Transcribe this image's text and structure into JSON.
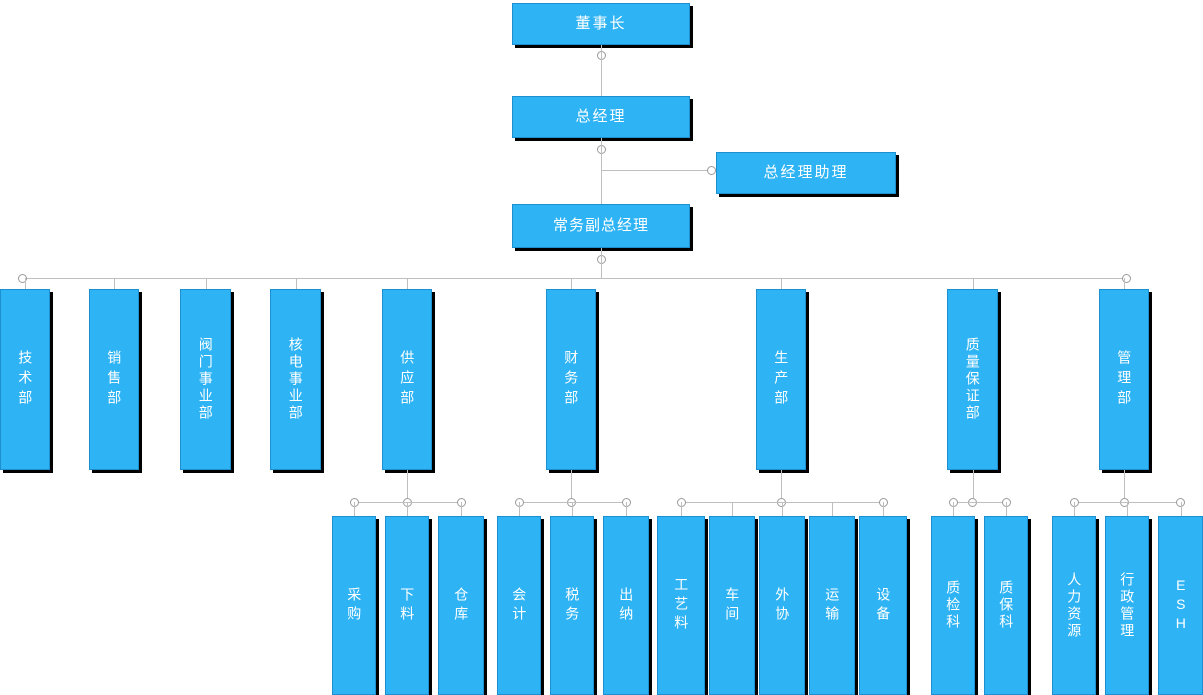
{
  "chart_title": "",
  "colors": {
    "node_fill": "#2eb3f4",
    "node_border": "#1b8fd0",
    "node_shadow": "#000000",
    "node_text": "#ffffff",
    "connector": "#bfbfbf",
    "dot_fill": "#ffffff",
    "dot_border": "#9a9a9a",
    "background": "#ffffff"
  },
  "top": {
    "chairman": "董事长",
    "general_manager": "总经理",
    "gm_assistant": "总经理助理",
    "executive_deputy_gm": "常务副总经理"
  },
  "departments": [
    {
      "label": "技术部",
      "children": []
    },
    {
      "label": "销售部",
      "children": []
    },
    {
      "label": "阀门事业部",
      "children": []
    },
    {
      "label": "核电事业部",
      "children": []
    },
    {
      "label": "供应部",
      "children": [
        "采购",
        "下料",
        "仓库"
      ]
    },
    {
      "label": "财务部",
      "children": [
        "会计",
        "税务",
        "出纳"
      ]
    },
    {
      "label": "生产部",
      "children": [
        "工艺料",
        "车间",
        "外协",
        "运输",
        "设备"
      ]
    },
    {
      "label": "质量保证部",
      "children": [
        "质检科",
        "质保科"
      ]
    },
    {
      "label": "管理部",
      "children": [
        "人力资源",
        "行政管理",
        "ESH"
      ]
    }
  ]
}
